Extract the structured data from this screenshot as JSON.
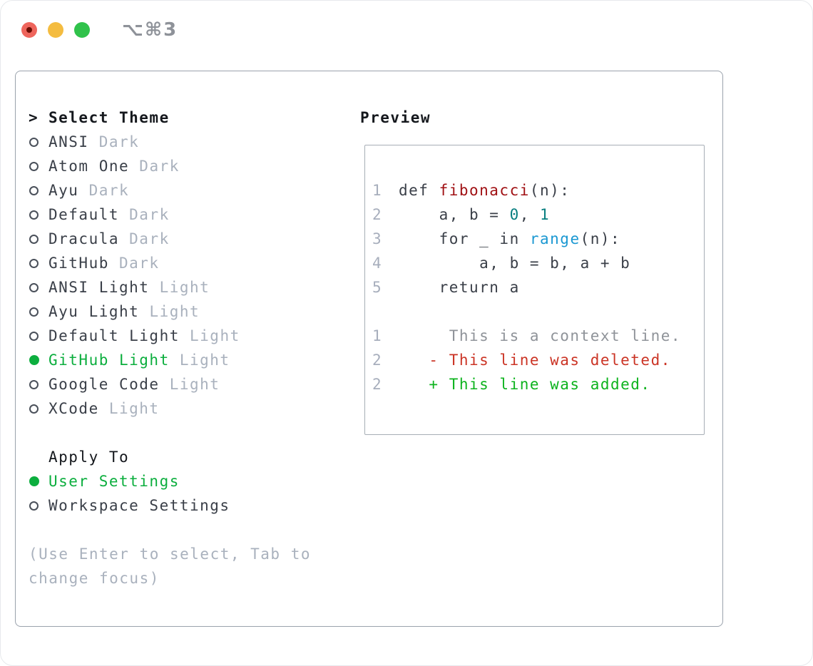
{
  "titlebar": {
    "shortcut": "⌥⌘3",
    "traffic_lights": [
      "close",
      "minimize",
      "zoom"
    ]
  },
  "panel": {
    "select_theme": {
      "prompt": ">",
      "label": "Select Theme"
    },
    "themes": [
      {
        "name": "ANSI",
        "variant": "Dark",
        "selected": false
      },
      {
        "name": "Atom One",
        "variant": "Dark",
        "selected": false
      },
      {
        "name": "Ayu",
        "variant": "Dark",
        "selected": false
      },
      {
        "name": "Default",
        "variant": "Dark",
        "selected": false
      },
      {
        "name": "Dracula",
        "variant": "Dark",
        "selected": false
      },
      {
        "name": "GitHub",
        "variant": "Dark",
        "selected": false
      },
      {
        "name": "ANSI Light",
        "variant": "Light",
        "selected": false
      },
      {
        "name": "Ayu Light",
        "variant": "Light",
        "selected": false
      },
      {
        "name": "Default Light",
        "variant": "Light",
        "selected": false
      },
      {
        "name": "GitHub Light",
        "variant": "Light",
        "selected": true
      },
      {
        "name": "Google Code",
        "variant": "Light",
        "selected": false
      },
      {
        "name": "XCode",
        "variant": "Light",
        "selected": false
      }
    ],
    "apply_to": {
      "label": "Apply To",
      "options": [
        {
          "label": "User Settings",
          "selected": true
        },
        {
          "label": "Workspace Settings",
          "selected": false
        }
      ]
    },
    "hint_lines": [
      "(Use Enter to select, Tab to",
      "change focus)"
    ]
  },
  "preview": {
    "label": "Preview",
    "lines": [
      {
        "ln": "1",
        "tokens": [
          {
            "t": "def ",
            "c": "default"
          },
          {
            "t": "fibonacci",
            "c": "title"
          },
          {
            "t": "(n):",
            "c": "default"
          }
        ]
      },
      {
        "ln": "2",
        "tokens": [
          {
            "t": "    a, b = ",
            "c": "default"
          },
          {
            "t": "0",
            "c": "number"
          },
          {
            "t": ", ",
            "c": "default"
          },
          {
            "t": "1",
            "c": "number"
          }
        ]
      },
      {
        "ln": "3",
        "tokens": [
          {
            "t": "    for _ in ",
            "c": "default"
          },
          {
            "t": "range",
            "c": "builtin"
          },
          {
            "t": "(n):",
            "c": "default"
          }
        ]
      },
      {
        "ln": "4",
        "tokens": [
          {
            "t": "        a, b = b, a + b",
            "c": "default"
          }
        ]
      },
      {
        "ln": "5",
        "tokens": [
          {
            "t": "    return a",
            "c": "default"
          }
        ]
      },
      {
        "ln": "",
        "tokens": []
      },
      {
        "ln": "1",
        "tokens": [
          {
            "t": "     This is a context line.",
            "c": "context"
          }
        ]
      },
      {
        "ln": "2",
        "tokens": [
          {
            "t": "   - This line was deleted.",
            "c": "deleted"
          }
        ]
      },
      {
        "ln": "2",
        "tokens": [
          {
            "t": "   + This line was added.",
            "c": "added"
          }
        ]
      }
    ]
  },
  "colors": {
    "traffic_red": "#ee655c",
    "traffic_red_dot": "#6b0d03",
    "traffic_yellow": "#f4bc40",
    "traffic_green": "#30c24b",
    "shortcut_gray": "#8e9299",
    "text_dark": "#3a3f48",
    "text_black": "#15181d",
    "text_gray": "#a9b1bd",
    "selection_green": "#0cae3e",
    "lineno_gray": "#a7aebc",
    "code_default": "#3a3f48",
    "code_title": "#a01114",
    "code_number": "#087e80",
    "code_builtin": "#1b98d2",
    "diff_context": "#8f9399",
    "diff_deleted": "#cb3425",
    "diff_added": "#0db31e"
  }
}
